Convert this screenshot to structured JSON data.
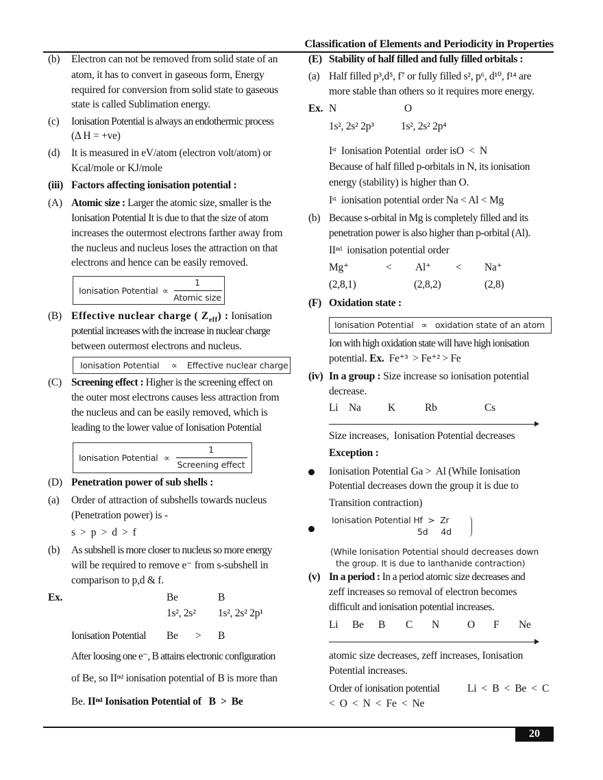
{
  "header": {
    "title": "Classification of Elements and Periodicity in Properties"
  },
  "footer": {
    "page_number": "20"
  },
  "left": {
    "b": {
      "label": "(b)",
      "lines": [
        "Electron can not be removed from solid state of an",
        "atom, it has to convert in gaseous form, Energy",
        "required for conversion from solid state to gaseous",
        "state is called Sublimation energy."
      ]
    },
    "c": {
      "label": "(c)",
      "lines": [
        "Ionisation Potential is always an endothermic process",
        "(Δ H = +ve)"
      ]
    },
    "d": {
      "label": "(d)",
      "lines": [
        "It is measured in eV/atom (electron volt/atom) or",
        "Kcal/mole or KJ/mole"
      ]
    },
    "iii": {
      "label": "(iii)",
      "heading": "Factors affecting ionisation potential :"
    },
    "A": {
      "label": "(A)",
      "heading": "Atomic size :",
      "lines": [
        "Larger the atomic size, smaller is the",
        "Ionisation Potential It is due to that the size of atom",
        "increases the outermost electrons  farther away from",
        "the nucleus and nucleus loses the attraction on that",
        "electrons and hence can be easily removed."
      ],
      "box": {
        "lhs": "Ionisation Potential",
        "prop": "∝",
        "num": "1",
        "den": "Atomic size"
      }
    },
    "B": {
      "label": "(B)",
      "heading": "Effective nuclear charge ( Z",
      "heading_sub": "eff",
      "heading_end": ") :",
      "first_rest": "Ionisation",
      "lines": [
        "potential increases with the increase in nuclear charge",
        "between outermost electrons and nucleus."
      ],
      "box": {
        "lhs": "Ionisation Potential",
        "prop": "∝",
        "rhs": "Effective nuclear charge"
      }
    },
    "C": {
      "label": "(C)",
      "heading": "Screening effect :",
      "lines": [
        "Higher is the screening effect on",
        "the outer most electrons causes less attraction from",
        "the nucleus and can be easily removed, which is",
        "leading to the lower value of Ionisation Potential"
      ],
      "box": {
        "lhs": "Ionisation Potential",
        "prop": "∝",
        "num": "1",
        "den": "Screening effect"
      }
    },
    "D": {
      "label": "(D)",
      "heading": "Penetration power of sub shells :"
    },
    "Da": {
      "label": "(a)",
      "lines": [
        "Order of attraction of subshells towards nucleus",
        "(Penetration power) is -",
        "s  >  p  >  d  >  f"
      ]
    },
    "Db": {
      "label": "(b)",
      "lines": [
        "As subshell is more closer to nucleus so more energy",
        "will be required to remove e⁻ from s-subshell in",
        "comparison to p,d & f."
      ]
    },
    "ex": {
      "label": "Ex.",
      "el1": "Be",
      "el2": "B",
      "cfg1": "1s², 2s²",
      "cfg2": "1s², 2s² 2p¹",
      "ip": "Ionisation Potential",
      "gt": ">",
      "lines": [
        "After loosing one e⁻, B attains electronic configuration",
        "of Be, so IIⁿᵈ ionisation potential of B is more than"
      ],
      "last_plain": "Be.",
      "last_bold": "IIⁿᵈ Ionisation Potential of   B  >  Be"
    }
  },
  "right": {
    "E": {
      "label": "(E)",
      "heading": "Stability of half filled and fully filled orbitals :"
    },
    "Ea": {
      "label": "(a)",
      "lines": [
        "Half filled p³,d⁵, f⁷ or fully filled s², p⁶, d¹⁰, f¹⁴ are",
        "more stable than others so it requires more energy."
      ]
    },
    "ex": {
      "label": "Ex.",
      "el1": "N",
      "el2": "O",
      "cfg1": "1s², 2s² 2p³",
      "cfg2": "1s², 2s² 2p⁴",
      "lines": [
        "Iˢᵗ  Ionisation Potential  order isO  <  N",
        "Because of half filled p-orbitals in N, its ionisation",
        "energy (stability) is higher than O.",
        "Iˢᵗ  ionisation potential order Na < Al < Mg"
      ]
    },
    "Eb": {
      "label": "(b)",
      "lines": [
        "Because s-orbital in Mg is completely filled and its",
        "penetration power is also higher than p-orbital (Al).",
        "IIⁿᵈ  ionisation potential order"
      ],
      "ions": [
        "Mg⁺",
        "<",
        "Al⁺",
        "<",
        "Na⁺"
      ],
      "configs": [
        "(2,8,1)",
        "(2,8,2)",
        "(2,8)"
      ]
    },
    "F": {
      "label": "(F)",
      "heading": "Oxidation state :",
      "box": "Ionisation Potential   ∝   oxidation state of an atom",
      "lines": [
        "Ion with high oxidation state will have high ionisation"
      ],
      "ex_pre": "potential.",
      "ex_bold": "Ex.",
      "ex_post": "Fe⁺³  > Fe⁺² > Fe"
    },
    "iv": {
      "label": "(iv)",
      "heading": "In a group :",
      "rest": "Size increase so ionisation potential",
      "line2": "decrease.",
      "elements": [
        "Li",
        "Na",
        "K",
        "Rb",
        "Cs"
      ],
      "caption": "Size increases,  Ionisation Potential decreases",
      "exception": "Exception :",
      "bullet1": [
        "Ionisation Potential Ga >  Al (While Ionisation",
        "Potential decreases down the group it is due to",
        "Transition contraction)"
      ],
      "bullet2": {
        "line1": "Ionisation Potential Hf  >  Zr",
        "line2": "5d     4d",
        "note": [
          "(While Ionisation Potential should decreases down",
          "the group. It is due to lanthanide contraction)"
        ]
      }
    },
    "v": {
      "label": "(v)",
      "heading": "In a period :",
      "rest": "In a period atomic size decreases and",
      "lines": [
        "zeff increases so removal of electron becomes",
        "difficult and ionisation potential increases."
      ],
      "elements": [
        "Li",
        "Be",
        "B",
        "C",
        "N",
        "O",
        "F",
        "Ne"
      ],
      "caption": [
        "atomic size decreases, zeff increases, Ionisation",
        "Potential increases."
      ],
      "order_label": "Order of ionisation potential",
      "order1": "Li  <  B  <  Be  <  C",
      "order2": "<  O  <  N  <  Fe  <  Ne"
    }
  }
}
